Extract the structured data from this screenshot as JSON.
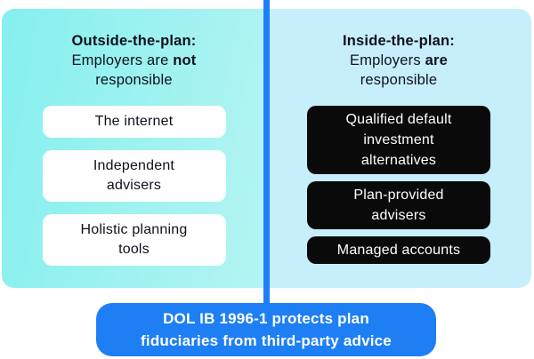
{
  "colors": {
    "left_panel_start": "#85f0ee",
    "left_panel_end": "#b4f4f3",
    "right_panel": "#c6effb",
    "divider_blue": "#1e7ff5",
    "footer_pill_blue": "#1e7ff5",
    "dark_text": "#10101e",
    "black_box": "#0a0a0a",
    "white_box": "#ffffff"
  },
  "left_panel": {
    "heading": {
      "line1": "Outside-the-plan:",
      "line2_normal": "Employers are",
      "line2_bold": "not",
      "line3": "responsible"
    },
    "items": [
      {
        "lines": [
          "The internet"
        ]
      },
      {
        "lines": [
          "Independent",
          "advisers"
        ]
      },
      {
        "lines": [
          "Holistic planning",
          "tools"
        ]
      }
    ]
  },
  "right_panel": {
    "heading": {
      "line1": "Inside-the-plan:",
      "line2_normal": "Employers",
      "line2_bold": "are",
      "line3": "responsible"
    },
    "items": [
      {
        "lines": [
          "Qualified default",
          "investment",
          "alternatives"
        ]
      },
      {
        "lines": [
          "Plan-provided",
          "advisers"
        ]
      },
      {
        "lines": [
          "Managed accounts"
        ]
      }
    ]
  },
  "footer": {
    "lines": [
      "DOL IB 1996-1 protects plan",
      "fiduciaries from third-party advice"
    ]
  }
}
